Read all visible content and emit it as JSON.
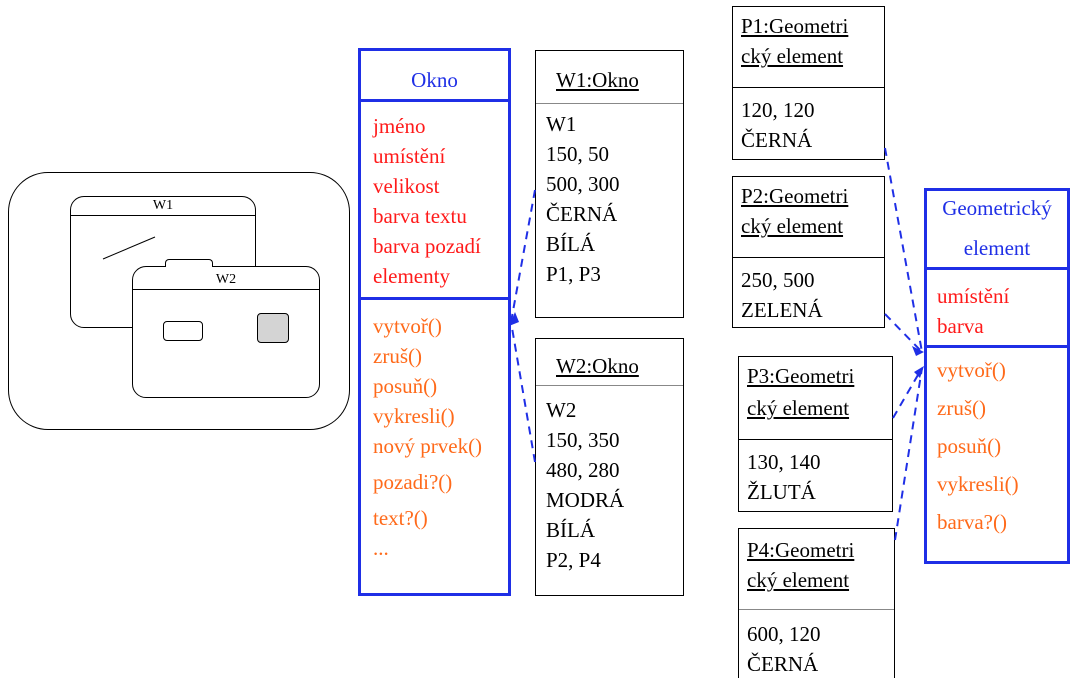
{
  "illustration": {
    "w1_label": "W1",
    "w2_label": "W2"
  },
  "okno_class": {
    "title": "Okno",
    "attributes": [
      "jméno",
      "umístění",
      "velikost",
      "barva textu",
      "barva pozadí",
      "elementy"
    ],
    "methods": [
      "vytvoř()",
      "zruš()",
      "posuň()",
      "vykresli()",
      "nový prvek()",
      "pozadi?()",
      "text?()",
      "..."
    ]
  },
  "w1_object": {
    "title": "W1:Okno",
    "values": [
      "W1",
      "150, 50",
      "500, 300",
      "ČERNÁ",
      "BÍLÁ",
      "P1, P3"
    ]
  },
  "w2_object": {
    "title": "W2:Okno",
    "values": [
      "W2",
      "150, 350",
      "480, 280",
      "MODRÁ",
      "BÍLÁ",
      "P2, P4"
    ]
  },
  "p1_object": {
    "title_line1": "P1:Geometri",
    "title_line2": "cký element",
    "values": [
      "120, 120",
      "ČERNÁ"
    ]
  },
  "p2_object": {
    "title_line1": "P2:Geometri",
    "title_line2": "cký element",
    "values": [
      "250, 500",
      "ZELENÁ"
    ]
  },
  "p3_object": {
    "title_line1": "P3:Geometri",
    "title_line2": "cký element",
    "values": [
      "130, 140",
      "ŽLUTÁ"
    ]
  },
  "p4_object": {
    "title_line1": "P4:Geometri",
    "title_line2": "cký element",
    "values": [
      "600, 120",
      "ČERNÁ"
    ]
  },
  "geo_class": {
    "title_line1": "Geometrický",
    "title_line2": "element",
    "attributes": [
      "umístění",
      "barva"
    ],
    "methods": [
      "vytvoř()",
      "zruš()",
      "posuň()",
      "vykresli()",
      "barva?()"
    ]
  },
  "colors": {
    "class_border": "#1f2fe6",
    "attribute_text": "#ff1a1a",
    "method_text": "#ff6a1a",
    "link_dash": "#1f2fe6"
  }
}
